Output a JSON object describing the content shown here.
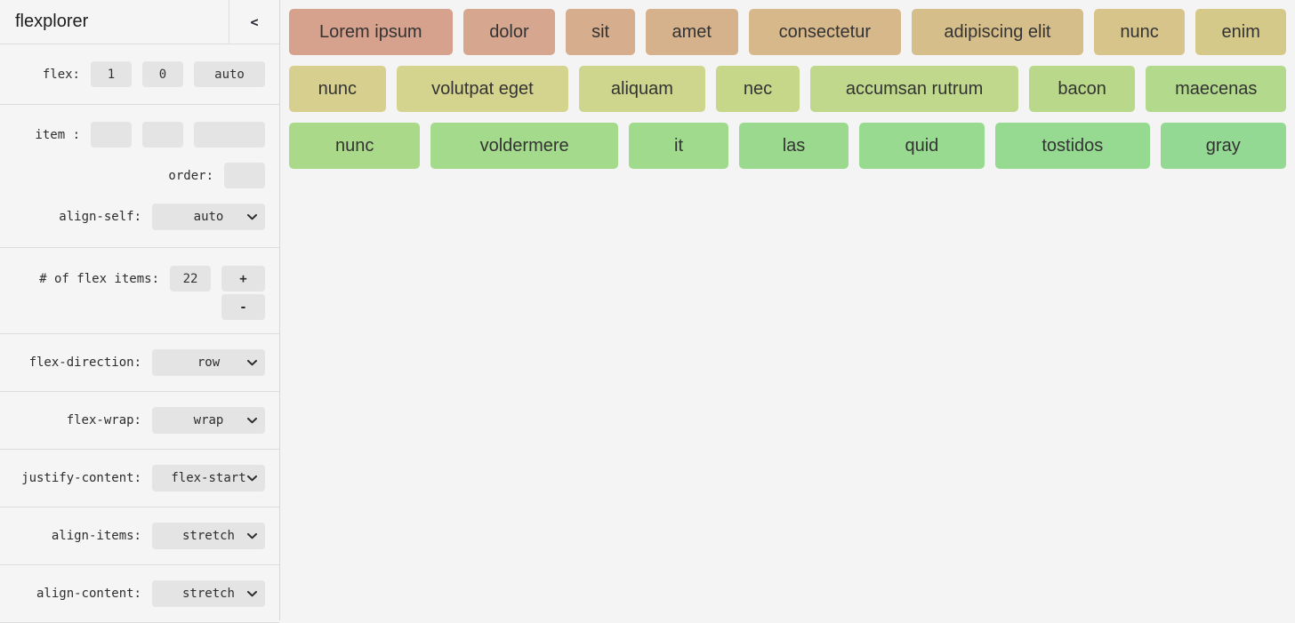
{
  "sidebar": {
    "title": "flexplorer",
    "collapse_label": "<",
    "flex_row": {
      "label": "flex:",
      "grow_value": "1",
      "shrink_value": "0",
      "basis_value": "auto"
    },
    "item_row": {
      "label": "item :",
      "grow_value": "",
      "shrink_value": "",
      "basis_value": ""
    },
    "order_row": {
      "label": "order:",
      "value": ""
    },
    "align_self_row": {
      "label": "align-self:",
      "value": "auto"
    },
    "count_row": {
      "label": "# of flex items:",
      "value": "22",
      "increment_label": "+",
      "decrement_label": "-"
    },
    "selects": [
      {
        "label": "flex-direction:",
        "value": "row"
      },
      {
        "label": "flex-wrap:",
        "value": "wrap"
      },
      {
        "label": "justify-content:",
        "value": "flex-start"
      },
      {
        "label": "align-items:",
        "value": "stretch"
      },
      {
        "label": "align-content:",
        "value": "stretch"
      }
    ]
  },
  "main": {
    "items": [
      {
        "label": "Lorem ipsum",
        "color": "#d6a28e",
        "basis": 178
      },
      {
        "label": "dolor",
        "color": "#d6a78e",
        "basis": 98
      },
      {
        "label": "sit",
        "color": "#d6ad8d",
        "basis": 72
      },
      {
        "label": "amet",
        "color": "#d6b28c",
        "basis": 98
      },
      {
        "label": "consectetur",
        "color": "#d6b88b",
        "basis": 166
      },
      {
        "label": "adipiscing elit",
        "color": "#d6be8b",
        "basis": 187
      },
      {
        "label": "nunc",
        "color": "#d6c48a",
        "basis": 97
      },
      {
        "label": "enim",
        "color": "#d5c98a",
        "basis": 96
      },
      {
        "label": "nunc",
        "color": "#d6cf8d",
        "basis": 100
      },
      {
        "label": "volutpat eget",
        "color": "#d4d48f",
        "basis": 185
      },
      {
        "label": "aliquam",
        "color": "#cdd68c",
        "basis": 133
      },
      {
        "label": "nec",
        "color": "#c6d78a",
        "basis": 86
      },
      {
        "label": "accumsan rutrum",
        "color": "#c0d88c",
        "basis": 225
      },
      {
        "label": "bacon",
        "color": "#b9d88a",
        "basis": 111
      },
      {
        "label": "maecenas",
        "color": "#b2d98c",
        "basis": 149
      },
      {
        "label": "nunc",
        "color": "#aad98a",
        "basis": 138
      },
      {
        "label": "voldermere",
        "color": "#a4da8c",
        "basis": 201
      },
      {
        "label": "it",
        "color": "#9fda8d",
        "basis": 103
      },
      {
        "label": "las",
        "color": "#9bda8e",
        "basis": 113
      },
      {
        "label": "quid",
        "color": "#98da90",
        "basis": 132
      },
      {
        "label": "tostidos",
        "color": "#96da92",
        "basis": 164
      },
      {
        "label": "gray",
        "color": "#93d893",
        "basis": 132
      }
    ]
  },
  "colors": {
    "sidebar_bg": "#f5f5f5",
    "main_bg": "#f3f4f3",
    "divider": "#dddddd",
    "control_bg": "#e4e4e4",
    "item_text": "#333333"
  }
}
